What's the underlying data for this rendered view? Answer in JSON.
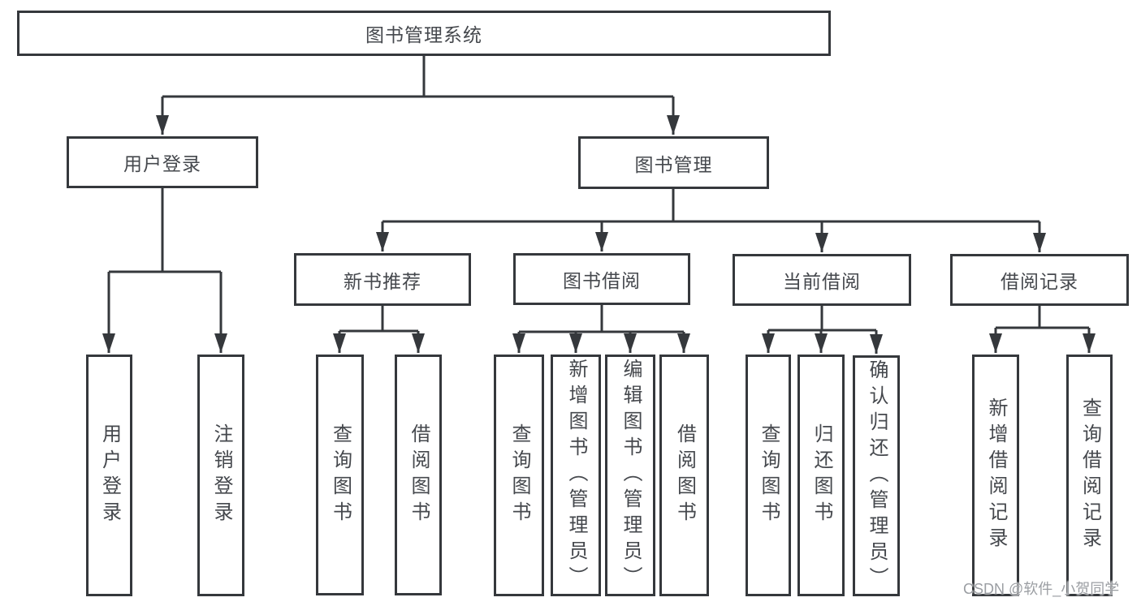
{
  "diagram": {
    "root": {
      "label": "图书管理系统",
      "children": [
        {
          "label": "用户登录",
          "children": [
            {
              "label": "用户登录"
            },
            {
              "label": "注销登录"
            }
          ]
        },
        {
          "label": "图书管理",
          "children": [
            {
              "label": "新书推荐",
              "children": [
                {
                  "label": "查询图书"
                },
                {
                  "label": "借阅图书"
                }
              ]
            },
            {
              "label": "图书借阅",
              "children": [
                {
                  "label": "查询图书"
                },
                {
                  "label": "新增图书（管理员）"
                },
                {
                  "label": "编辑图书（管理员）"
                },
                {
                  "label": "借阅图书"
                }
              ]
            },
            {
              "label": "当前借阅",
              "children": [
                {
                  "label": "查询图书"
                },
                {
                  "label": "归还图书"
                },
                {
                  "label": "确认归还（管理员）"
                }
              ]
            },
            {
              "label": "借阅记录",
              "children": [
                {
                  "label": "新增借阅记录"
                },
                {
                  "label": "查询借阅记录"
                }
              ]
            }
          ]
        }
      ]
    }
  },
  "watermark": {
    "text": "CSDN @软件_小贺同学"
  },
  "colors": {
    "background": "#ffffff",
    "box_fill": "#ffffff",
    "line": "#35383c",
    "text": "#45484d",
    "watermark": "#9b9ea3"
  }
}
